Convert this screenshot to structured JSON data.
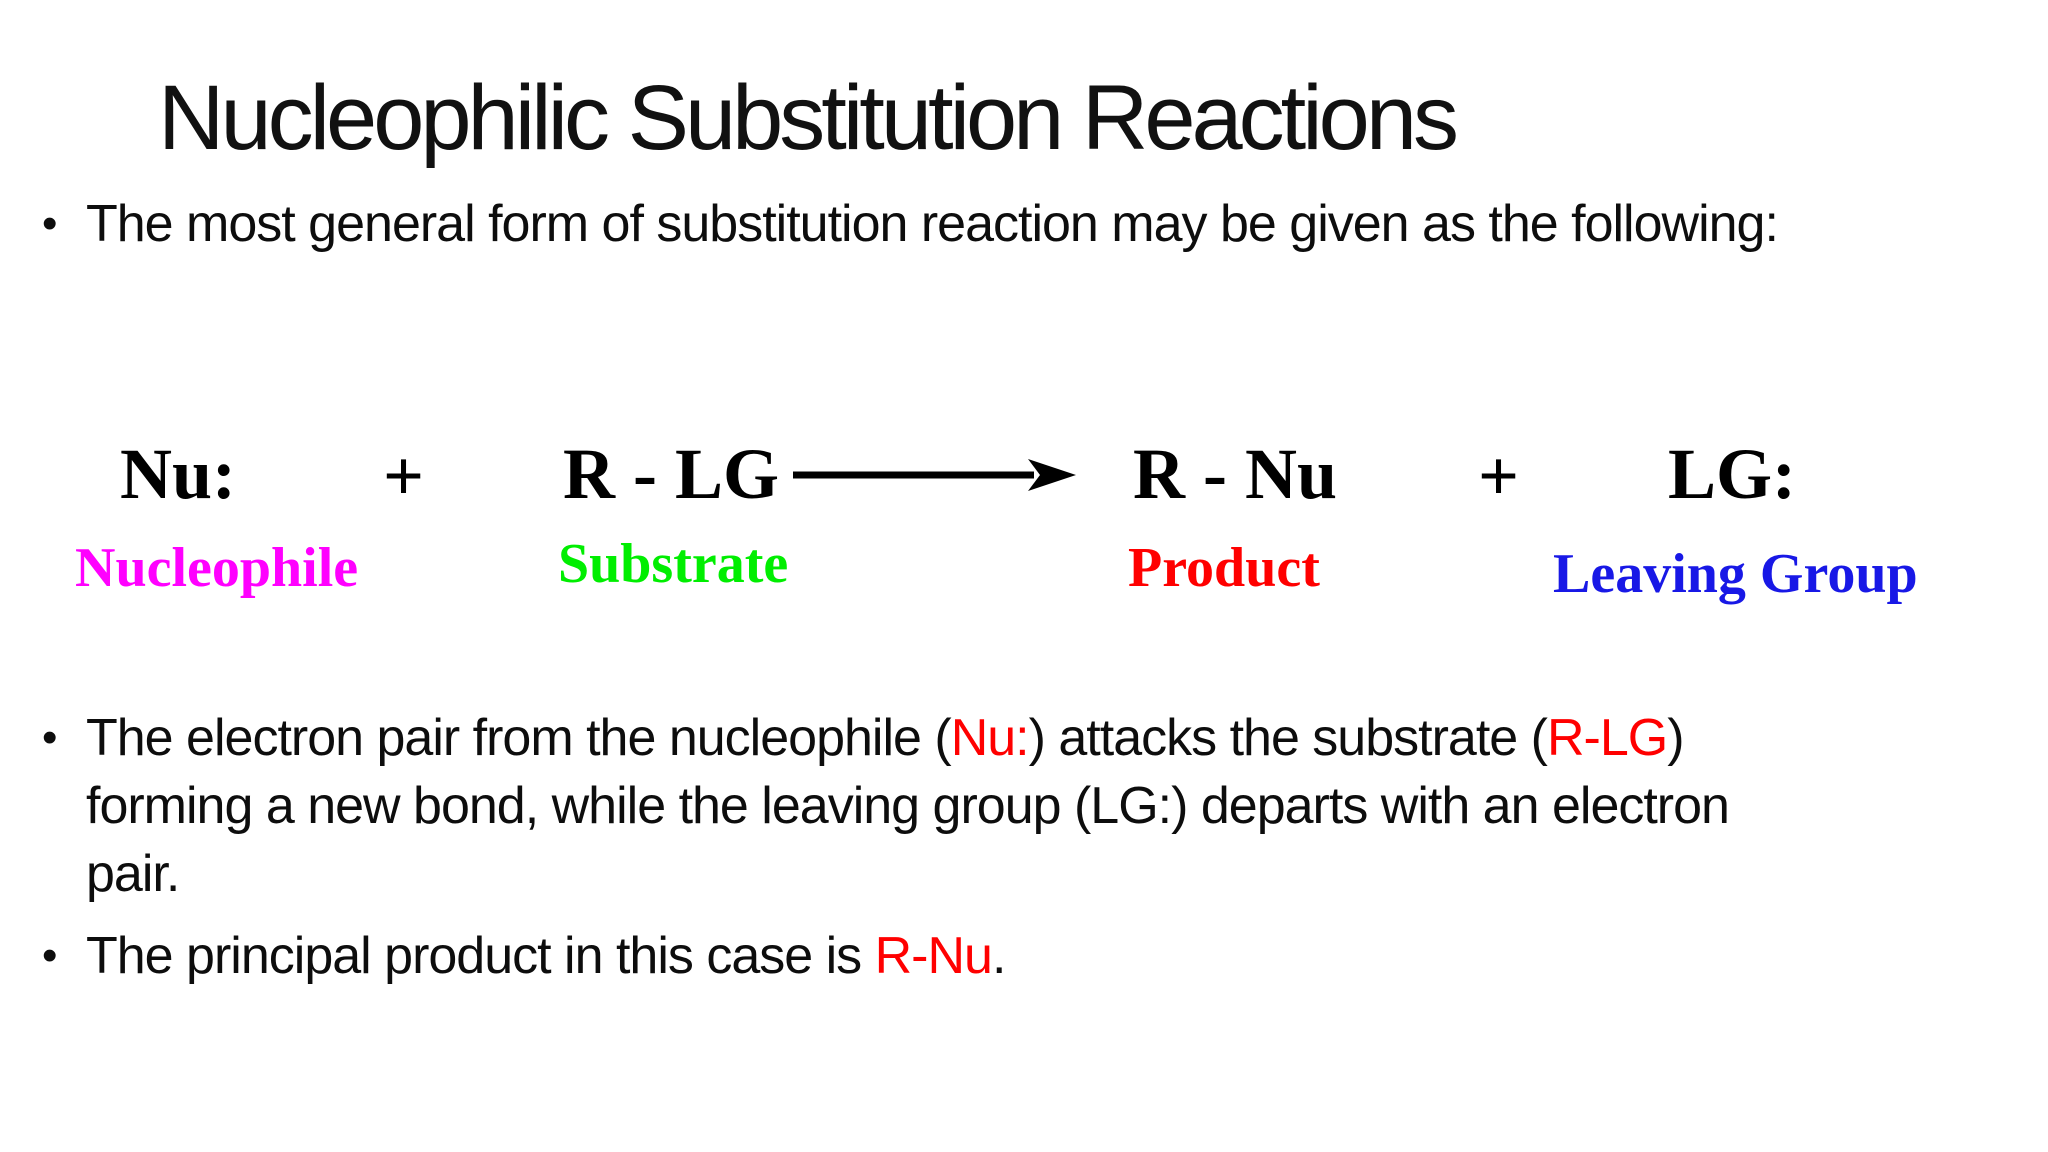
{
  "slide": {
    "title": "Nucleophilic Substitution Reactions",
    "bullet_marker": "•",
    "bullet1": "The most general form of substitution reaction may be given as the following:",
    "bullet2": {
      "seg1": "The electron pair from the nucleophile (",
      "seg2_red": "Nu:",
      "seg3": ") attacks the substrate (",
      "seg4_red": "R-LG",
      "seg5": ")",
      "seg6": "forming a new bond, while the leaving group (LG:) departs with an electron",
      "seg7": "pair."
    },
    "bullet3": {
      "seg1": "The principal product in this case is ",
      "seg2_red": "R-Nu",
      "seg3": "."
    }
  },
  "equation": {
    "terms": {
      "nucleophile": "Nu:",
      "plus_left": "+",
      "substrate": "R - LG",
      "product": "R - Nu",
      "plus_right": "+",
      "leaving_group": "LG:"
    },
    "labels": {
      "nucleophile": "Nucleophile",
      "substrate": "Substrate",
      "product": "Product",
      "leaving_group": "Leaving Group"
    }
  },
  "colors": {
    "background": "#ffffff",
    "body_text": "#0d0d0d",
    "equation_text": "#000000",
    "inline_highlight": "#ff0000",
    "label_nucleophile": "#ff00ff",
    "label_substrate": "#00ee00",
    "label_product": "#ff0000",
    "label_leaving_group": "#1818e6"
  }
}
